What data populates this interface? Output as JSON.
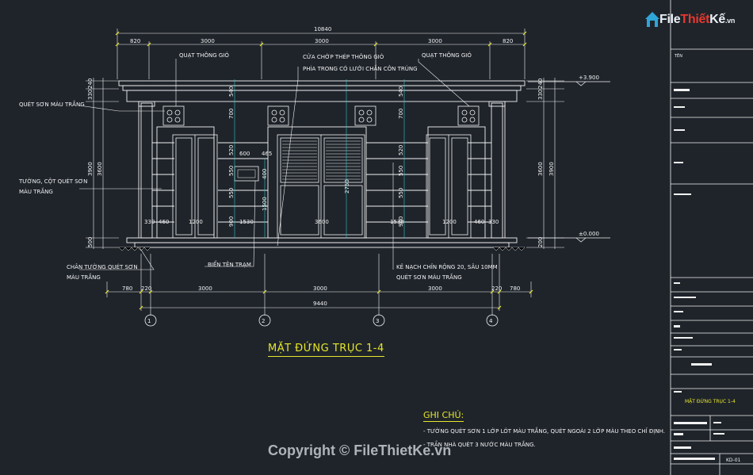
{
  "logo": {
    "text_main": "File",
    "text_red": "Thiết",
    "text_tail": "Kế",
    "text_dom": ".vn"
  },
  "copyright": "Copyright © FileThietKe.vn",
  "drawing_title": "MẶT ĐỨNG TRỤC 1-4",
  "notes": {
    "heading": "GHI CHÚ:",
    "lines": [
      "- TƯỜNG QUÉT SƠN 1 LỚP LÓT MÀU TRẮNG, QUÉT NGOÀI 2 LỚP MÀU THEO CHỈ ĐỊNH.",
      "- TRẦN NHÀ QUÉT 3 NƯỚC MÀU TRẮNG."
    ]
  },
  "labels": {
    "quat_left": "QUẠT THÔNG GIÓ",
    "cua_chop_1": "CỬA CHỚP THÉP THÔNG GIÓ",
    "cua_chop_2": "PHÍA TRONG CÓ LƯỚI CHẮN CÔN TRÙNG",
    "quat_right": "QUẠT THÔNG GIÓ",
    "quet_son": "QUÉT SƠN MÀU TRẮNG",
    "tuong_cot_1": "TƯỜNG, CỘT QUÉT SƠN",
    "tuong_cot_2": "MÀU TRẮNG",
    "chan_tuong_1": "CHÂN TƯỜNG QUÉT SƠN",
    "chan_tuong_2": "MÀU TRẮNG",
    "bien_ten": "BIỂN TÊN TRẠM",
    "ke_nach_1": "KẺ NẠCH CHỈN RỘNG 20, SÂU 10MM",
    "ke_nach_2": "QUÉT SƠN MÀU TRẮNG"
  },
  "dims": {
    "top_total": "10840",
    "top_parts": [
      "820",
      "3000",
      "3000",
      "3000",
      "820"
    ],
    "bot_parts": [
      "780",
      "220",
      "3000",
      "3000",
      "3000",
      "220",
      "780"
    ],
    "bot_total": "9440",
    "level_top": "+3.900",
    "level_zero": "±0.000",
    "left_stack": [
      "240",
      "330",
      "3900",
      "3600",
      "500"
    ],
    "right_stack": [
      "240",
      "330",
      "3600",
      "3900",
      "200"
    ],
    "inner": [
      "540",
      "700",
      "520",
      "550",
      "550",
      "900",
      "600",
      "465",
      "400",
      "1500",
      "2750",
      "330",
      "460",
      "1200",
      "1530",
      "3600",
      "1530",
      "1200",
      "460",
      "330",
      "540",
      "700",
      "520",
      "550",
      "550",
      "900"
    ]
  },
  "axes": [
    "1",
    "2",
    "3",
    "4"
  ],
  "title_block": {
    "rows": [
      "TÊN",
      "",
      "",
      "",
      "",
      ""
    ],
    "sheet_title": "MẶT ĐỨNG TRỤC 1-4",
    "sheet_no": "KD-01"
  },
  "colors": {
    "bg": "#1f242b",
    "line": "#f2f2f2",
    "dim": "#e6e62a",
    "accent": "#2fc7c7",
    "red": "#e8382e"
  }
}
